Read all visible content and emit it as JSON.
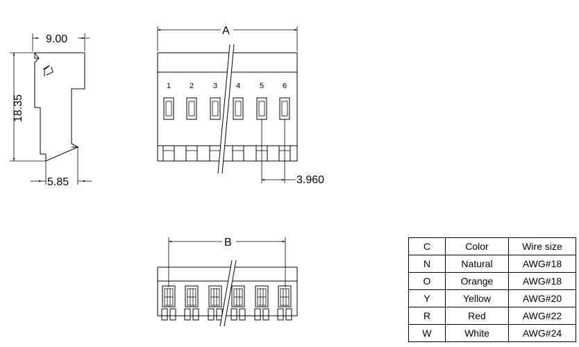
{
  "dimensions": {
    "width_top": "9.00",
    "height_side": "18.35",
    "width_bottom": "5.85",
    "label_a": "A",
    "pitch": "3.960",
    "label_b": "B"
  },
  "pin_numbers": [
    "1",
    "2",
    "3",
    "4",
    "5",
    "6"
  ],
  "spec_table": {
    "headers": [
      "C",
      "Color",
      "Wire size"
    ],
    "rows": [
      [
        "N",
        "Natural",
        "AWG#18"
      ],
      [
        "O",
        "Orange",
        "AWG#18"
      ],
      [
        "Y",
        "Yellow",
        "AWG#20"
      ],
      [
        "R",
        "Red",
        "AWG#22"
      ],
      [
        "W",
        "White",
        "AWG#24"
      ]
    ]
  }
}
